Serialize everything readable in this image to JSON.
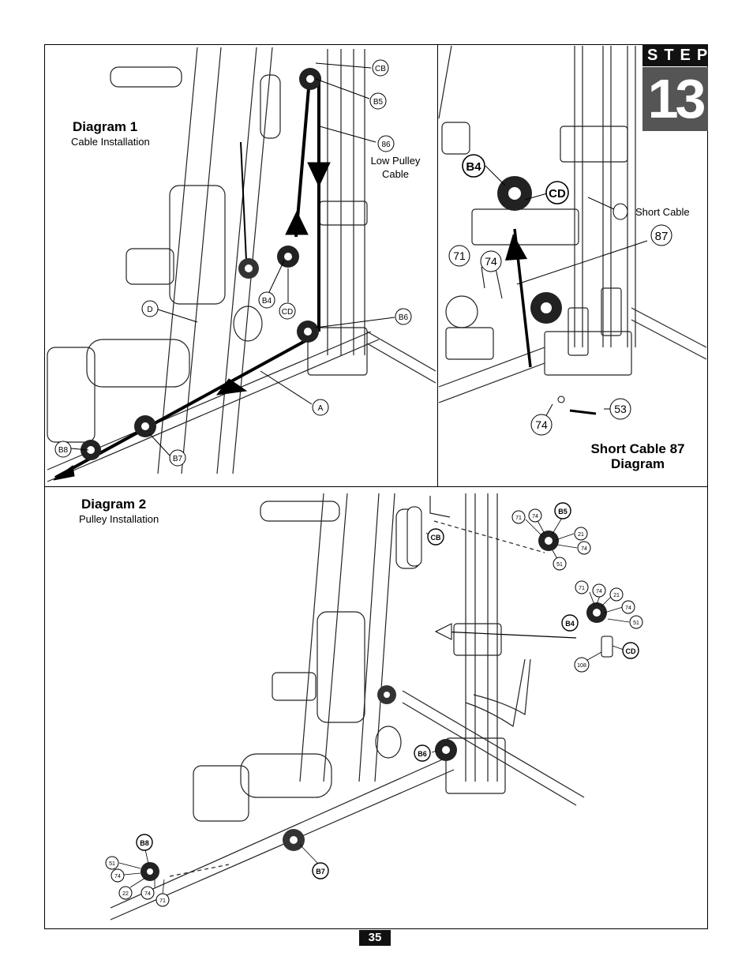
{
  "step": {
    "label": "STEP",
    "number": "13"
  },
  "diagram1": {
    "title": "Diagram 1",
    "subtitle": "Cable Installation",
    "cable_label_line1": "Low Pulley",
    "cable_label_line2": "Cable",
    "parts": [
      "CB",
      "B5",
      "B6",
      "B4",
      "CD",
      "D",
      "A",
      "B7",
      "B8"
    ],
    "parts_b6": "B6",
    "part_86": "86"
  },
  "short_cable": {
    "label": "Short Cable",
    "title_line1": "Short Cable 87",
    "title_line2": "Diagram",
    "parts": {
      "b4": "B4",
      "cd": "CD",
      "p87": "87",
      "p71": "71",
      "p74a": "74",
      "p74b": "74",
      "p53": "53"
    }
  },
  "diagram2": {
    "title": "Diagram 2",
    "subtitle": "Pulley Installation",
    "parts": {
      "cb": "CB",
      "b5": "B5",
      "b4": "B4",
      "cd": "CD",
      "b6": "B6",
      "b7": "B7",
      "b8": "B8",
      "p71a": "71",
      "p74a": "74",
      "p21a": "21",
      "p74b": "74",
      "p51a": "51",
      "p71b": "71",
      "p74c": "74",
      "p21b": "21",
      "p74d": "74",
      "p51b": "51",
      "p108": "108",
      "p51c": "51",
      "p74e": "74",
      "p22": "22",
      "p74f": "74",
      "p71c": "71"
    }
  },
  "page_number": "35"
}
